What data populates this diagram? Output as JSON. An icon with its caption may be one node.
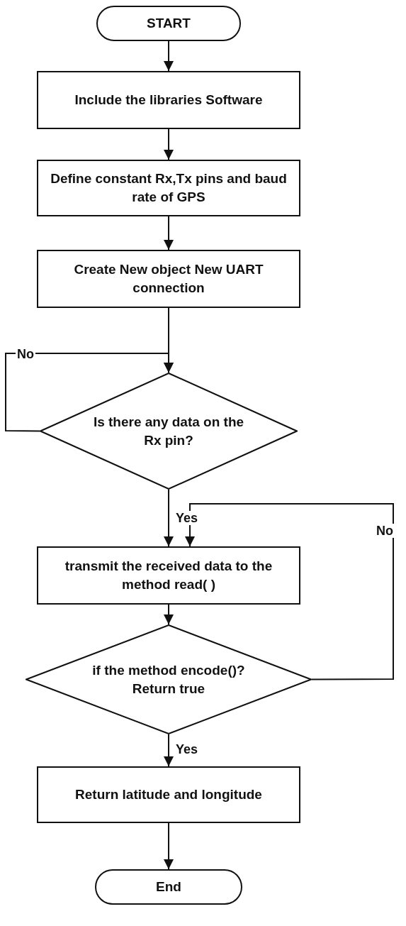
{
  "diagram": {
    "nodes": [
      {
        "text": [
          "START"
        ]
      },
      {
        "text": [
          "Include the libraries Software"
        ]
      },
      {
        "text": [
          "Define constant Rx,Tx pins and baud rate of GPS"
        ]
      },
      {
        "text": [
          "Create New object New UART connection"
        ]
      },
      {
        "text": [
          "Is there any data on the Rx pin?"
        ]
      },
      {
        "text": [
          "transmit the received data to the method read( )"
        ]
      },
      {
        "text": [
          "if the method encode()? Return true"
        ]
      },
      {
        "text": [
          "Return latitude and longitude"
        ]
      },
      {
        "text": [
          "End"
        ]
      }
    ],
    "edges": [
      {
        "from": 0,
        "to": 1,
        "arrow": "to"
      },
      {
        "from": 1,
        "to": 2,
        "arrow": "to"
      },
      {
        "from": 2,
        "to": 3,
        "arrow": "to"
      },
      {
        "from": 3,
        "to": 4,
        "arrow": "to"
      },
      {
        "from": 4,
        "to": 4,
        "arrow": "to",
        "label": "No"
      },
      {
        "from": 4,
        "to": 5,
        "arrow": "to",
        "label": "Yes"
      },
      {
        "from": 5,
        "to": 6,
        "arrow": "to"
      },
      {
        "from": 6,
        "to": 5,
        "arrow": "to",
        "label": "No"
      },
      {
        "from": 6,
        "to": 7,
        "arrow": "to",
        "label": "Yes"
      },
      {
        "from": 7,
        "to": 8,
        "arrow": "to"
      }
    ]
  }
}
